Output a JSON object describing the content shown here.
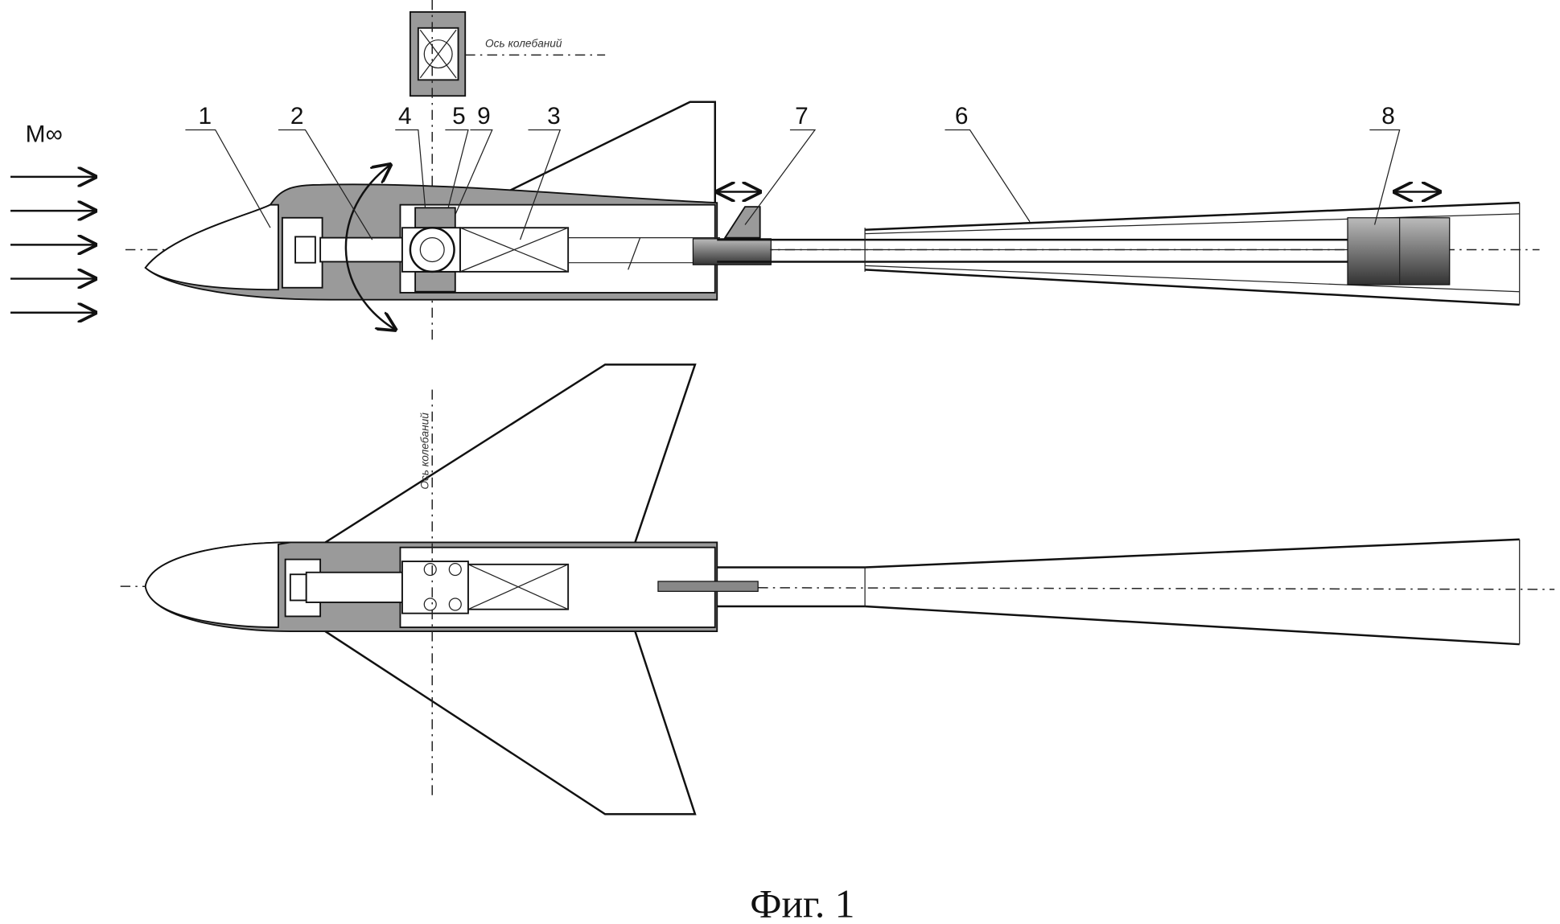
{
  "flow_label": "M∞",
  "axis_label": "Ось колебаний",
  "part_labels": {
    "p1": "1",
    "p2": "2",
    "p4": "4",
    "p5": "5",
    "p9": "9",
    "p3": "3",
    "p7": "7",
    "p6": "6",
    "p8": "8"
  },
  "caption": "Фиг. 1"
}
